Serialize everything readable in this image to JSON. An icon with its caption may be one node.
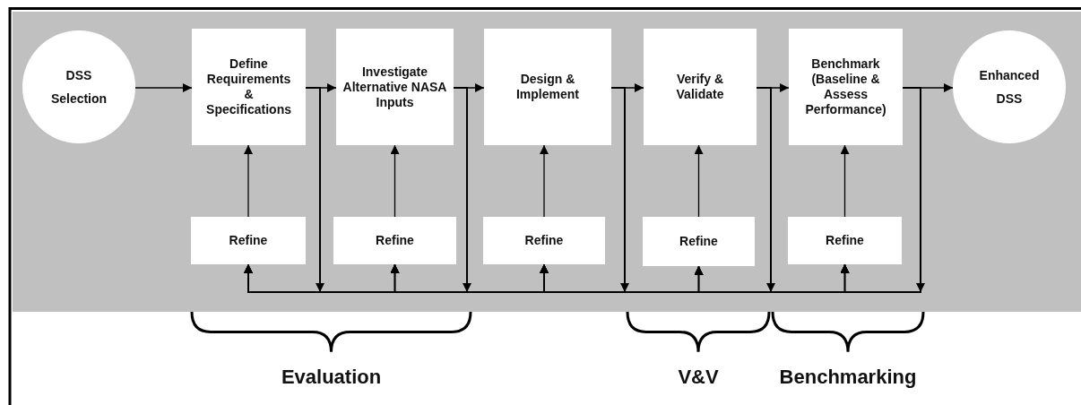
{
  "diagram": {
    "nodes": [
      {
        "text": [
          "DSS Selection"
        ]
      },
      {
        "text": [
          "Define Requirements & Specifications"
        ]
      },
      {
        "text": [
          "Investigate Alternative NASA Inputs"
        ]
      },
      {
        "text": [
          "Design & Implement"
        ]
      },
      {
        "text": [
          "Verify & Validate"
        ]
      },
      {
        "text": [
          "Benchmark (Baseline & Assess Performance)"
        ]
      },
      {
        "text": [
          "Enhanced DSS"
        ]
      },
      {
        "text": [
          "Refine"
        ]
      },
      {
        "text": [
          "Refine"
        ]
      },
      {
        "text": [
          "Refine"
        ]
      },
      {
        "text": [
          "Refine"
        ]
      },
      {
        "text": [
          "Refine"
        ]
      }
    ],
    "edges": [
      {
        "from": 0,
        "to": 1,
        "arrow": "to"
      },
      {
        "from": 1,
        "to": 2,
        "arrow": "to"
      },
      {
        "from": 2,
        "to": 3,
        "arrow": "to"
      },
      {
        "from": 3,
        "to": 4,
        "arrow": "to"
      },
      {
        "from": 4,
        "to": 5,
        "arrow": "to"
      },
      {
        "from": 5,
        "to": 6,
        "arrow": "to"
      },
      {
        "from": 7,
        "to": 1,
        "arrow": "to"
      },
      {
        "from": 8,
        "to": 2,
        "arrow": "to"
      },
      {
        "from": 9,
        "to": 3,
        "arrow": "to"
      },
      {
        "from": 10,
        "to": 4,
        "arrow": "to"
      },
      {
        "from": 11,
        "to": 5,
        "arrow": "to"
      },
      {
        "from": 1,
        "to": 7,
        "arrow": "to"
      },
      {
        "from": 1,
        "to": 8,
        "arrow": "to"
      },
      {
        "from": 1,
        "to": 9,
        "arrow": "to"
      },
      {
        "from": 1,
        "to": 10,
        "arrow": "to"
      },
      {
        "from": 1,
        "to": 11,
        "arrow": "to"
      },
      {
        "from": 2,
        "to": 7,
        "arrow": "to"
      },
      {
        "from": 2,
        "to": 8,
        "arrow": "to"
      },
      {
        "from": 2,
        "to": 9,
        "arrow": "to"
      },
      {
        "from": 2,
        "to": 10,
        "arrow": "to"
      },
      {
        "from": 2,
        "to": 11,
        "arrow": "to"
      },
      {
        "from": 3,
        "to": 7,
        "arrow": "to"
      },
      {
        "from": 3,
        "to": 8,
        "arrow": "to"
      },
      {
        "from": 3,
        "to": 9,
        "arrow": "to"
      },
      {
        "from": 3,
        "to": 10,
        "arrow": "to"
      },
      {
        "from": 3,
        "to": 11,
        "arrow": "to"
      },
      {
        "from": 4,
        "to": 7,
        "arrow": "to"
      },
      {
        "from": 4,
        "to": 8,
        "arrow": "to"
      },
      {
        "from": 4,
        "to": 9,
        "arrow": "to"
      },
      {
        "from": 4,
        "to": 10,
        "arrow": "to"
      },
      {
        "from": 4,
        "to": 11,
        "arrow": "to"
      },
      {
        "from": 5,
        "to": 7,
        "arrow": "to"
      },
      {
        "from": 5,
        "to": 8,
        "arrow": "to"
      },
      {
        "from": 5,
        "to": 9,
        "arrow": "to"
      },
      {
        "from": 5,
        "to": 10,
        "arrow": "to"
      },
      {
        "from": 5,
        "to": 11,
        "arrow": "to"
      }
    ],
    "labels": [
      "Evaluation",
      "V&V",
      "Benchmarking"
    ]
  }
}
